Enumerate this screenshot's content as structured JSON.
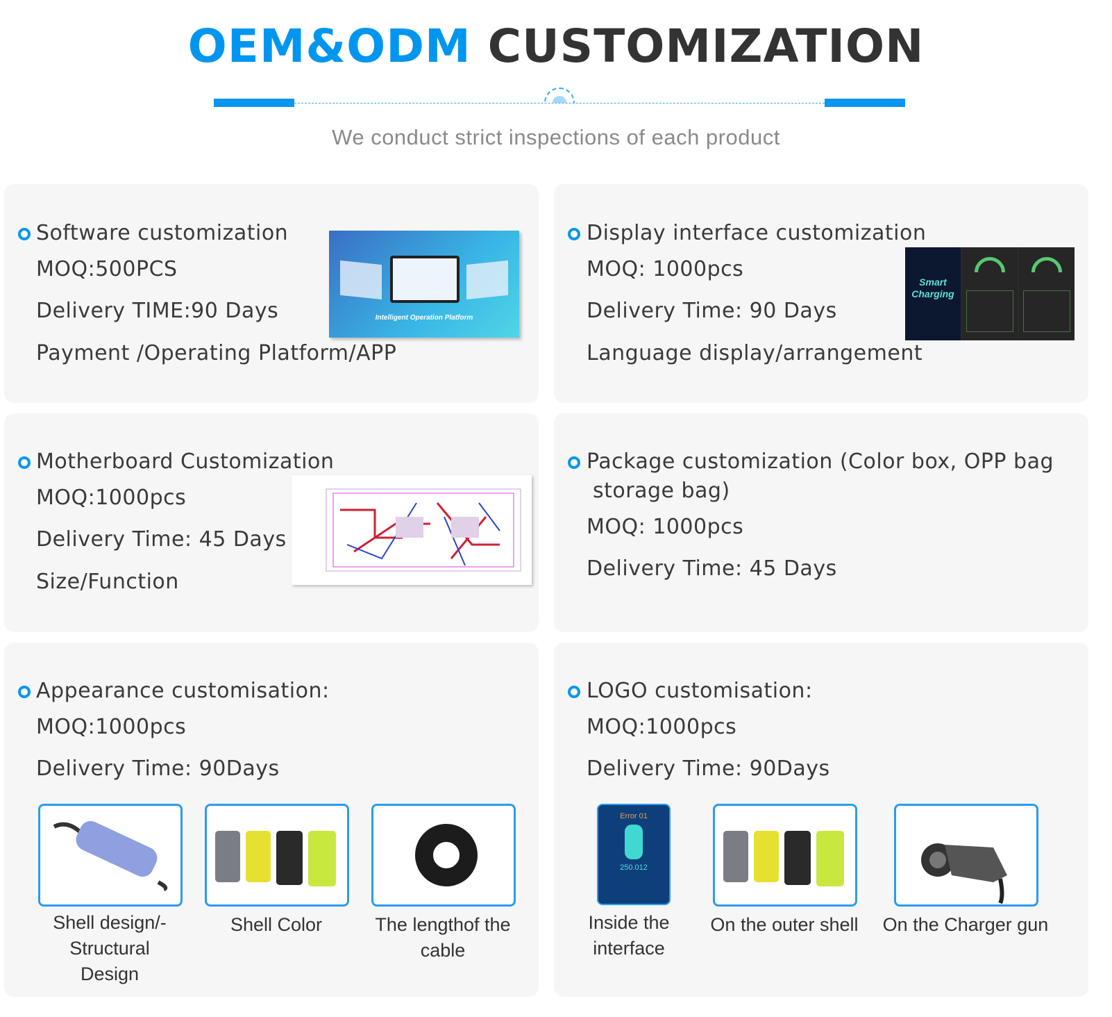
{
  "header": {
    "title_blue": "OEM&ODM",
    "title_dark": "CUSTOMIZATION",
    "subtitle": "We conduct strict inspections of each product"
  },
  "cards": [
    {
      "title": "Software customization",
      "lines": [
        "MOQ:500PCS",
        "Delivery TIME:90 Days",
        "Payment /Operating Platform/APP"
      ],
      "image_text": "Intelligent Operation Platform"
    },
    {
      "title": "Display interface customization",
      "lines": [
        "MOQ: 1000pcs",
        "Delivery Time: 90 Days",
        "Language display/arrangement"
      ],
      "image_text": "Smart Charging"
    },
    {
      "title": "Motherboard Customization",
      "lines": [
        "MOQ:1000pcs",
        "Delivery Time: 45 Days",
        "Size/Function"
      ]
    },
    {
      "title": "Package customization (Color box, OPP bag",
      "title2": "storage bag)",
      "lines": [
        "MOQ: 1000pcs",
        "Delivery Time: 45 Days"
      ]
    },
    {
      "title": "Appearance customisation:",
      "lines": [
        "MOQ:1000pcs",
        "Delivery Time: 90Days"
      ],
      "items": [
        {
          "caption": "Shell design/-\nStructural\nDesign"
        },
        {
          "caption": "Shell Color"
        },
        {
          "caption": "The lengthof the cable"
        }
      ]
    },
    {
      "title": "LOGO customisation:",
      "lines": [
        "MOQ:1000pcs",
        "Delivery Time: 90Days"
      ],
      "items": [
        {
          "caption": "Inside the interface",
          "screen_title": "Error 01",
          "screen_value": "250.012"
        },
        {
          "caption": "On the outer shell"
        },
        {
          "caption": "On the Charger gun"
        }
      ]
    }
  ],
  "colors": {
    "accent": "#0a96f0",
    "card_bg": "#f6f6f6"
  }
}
